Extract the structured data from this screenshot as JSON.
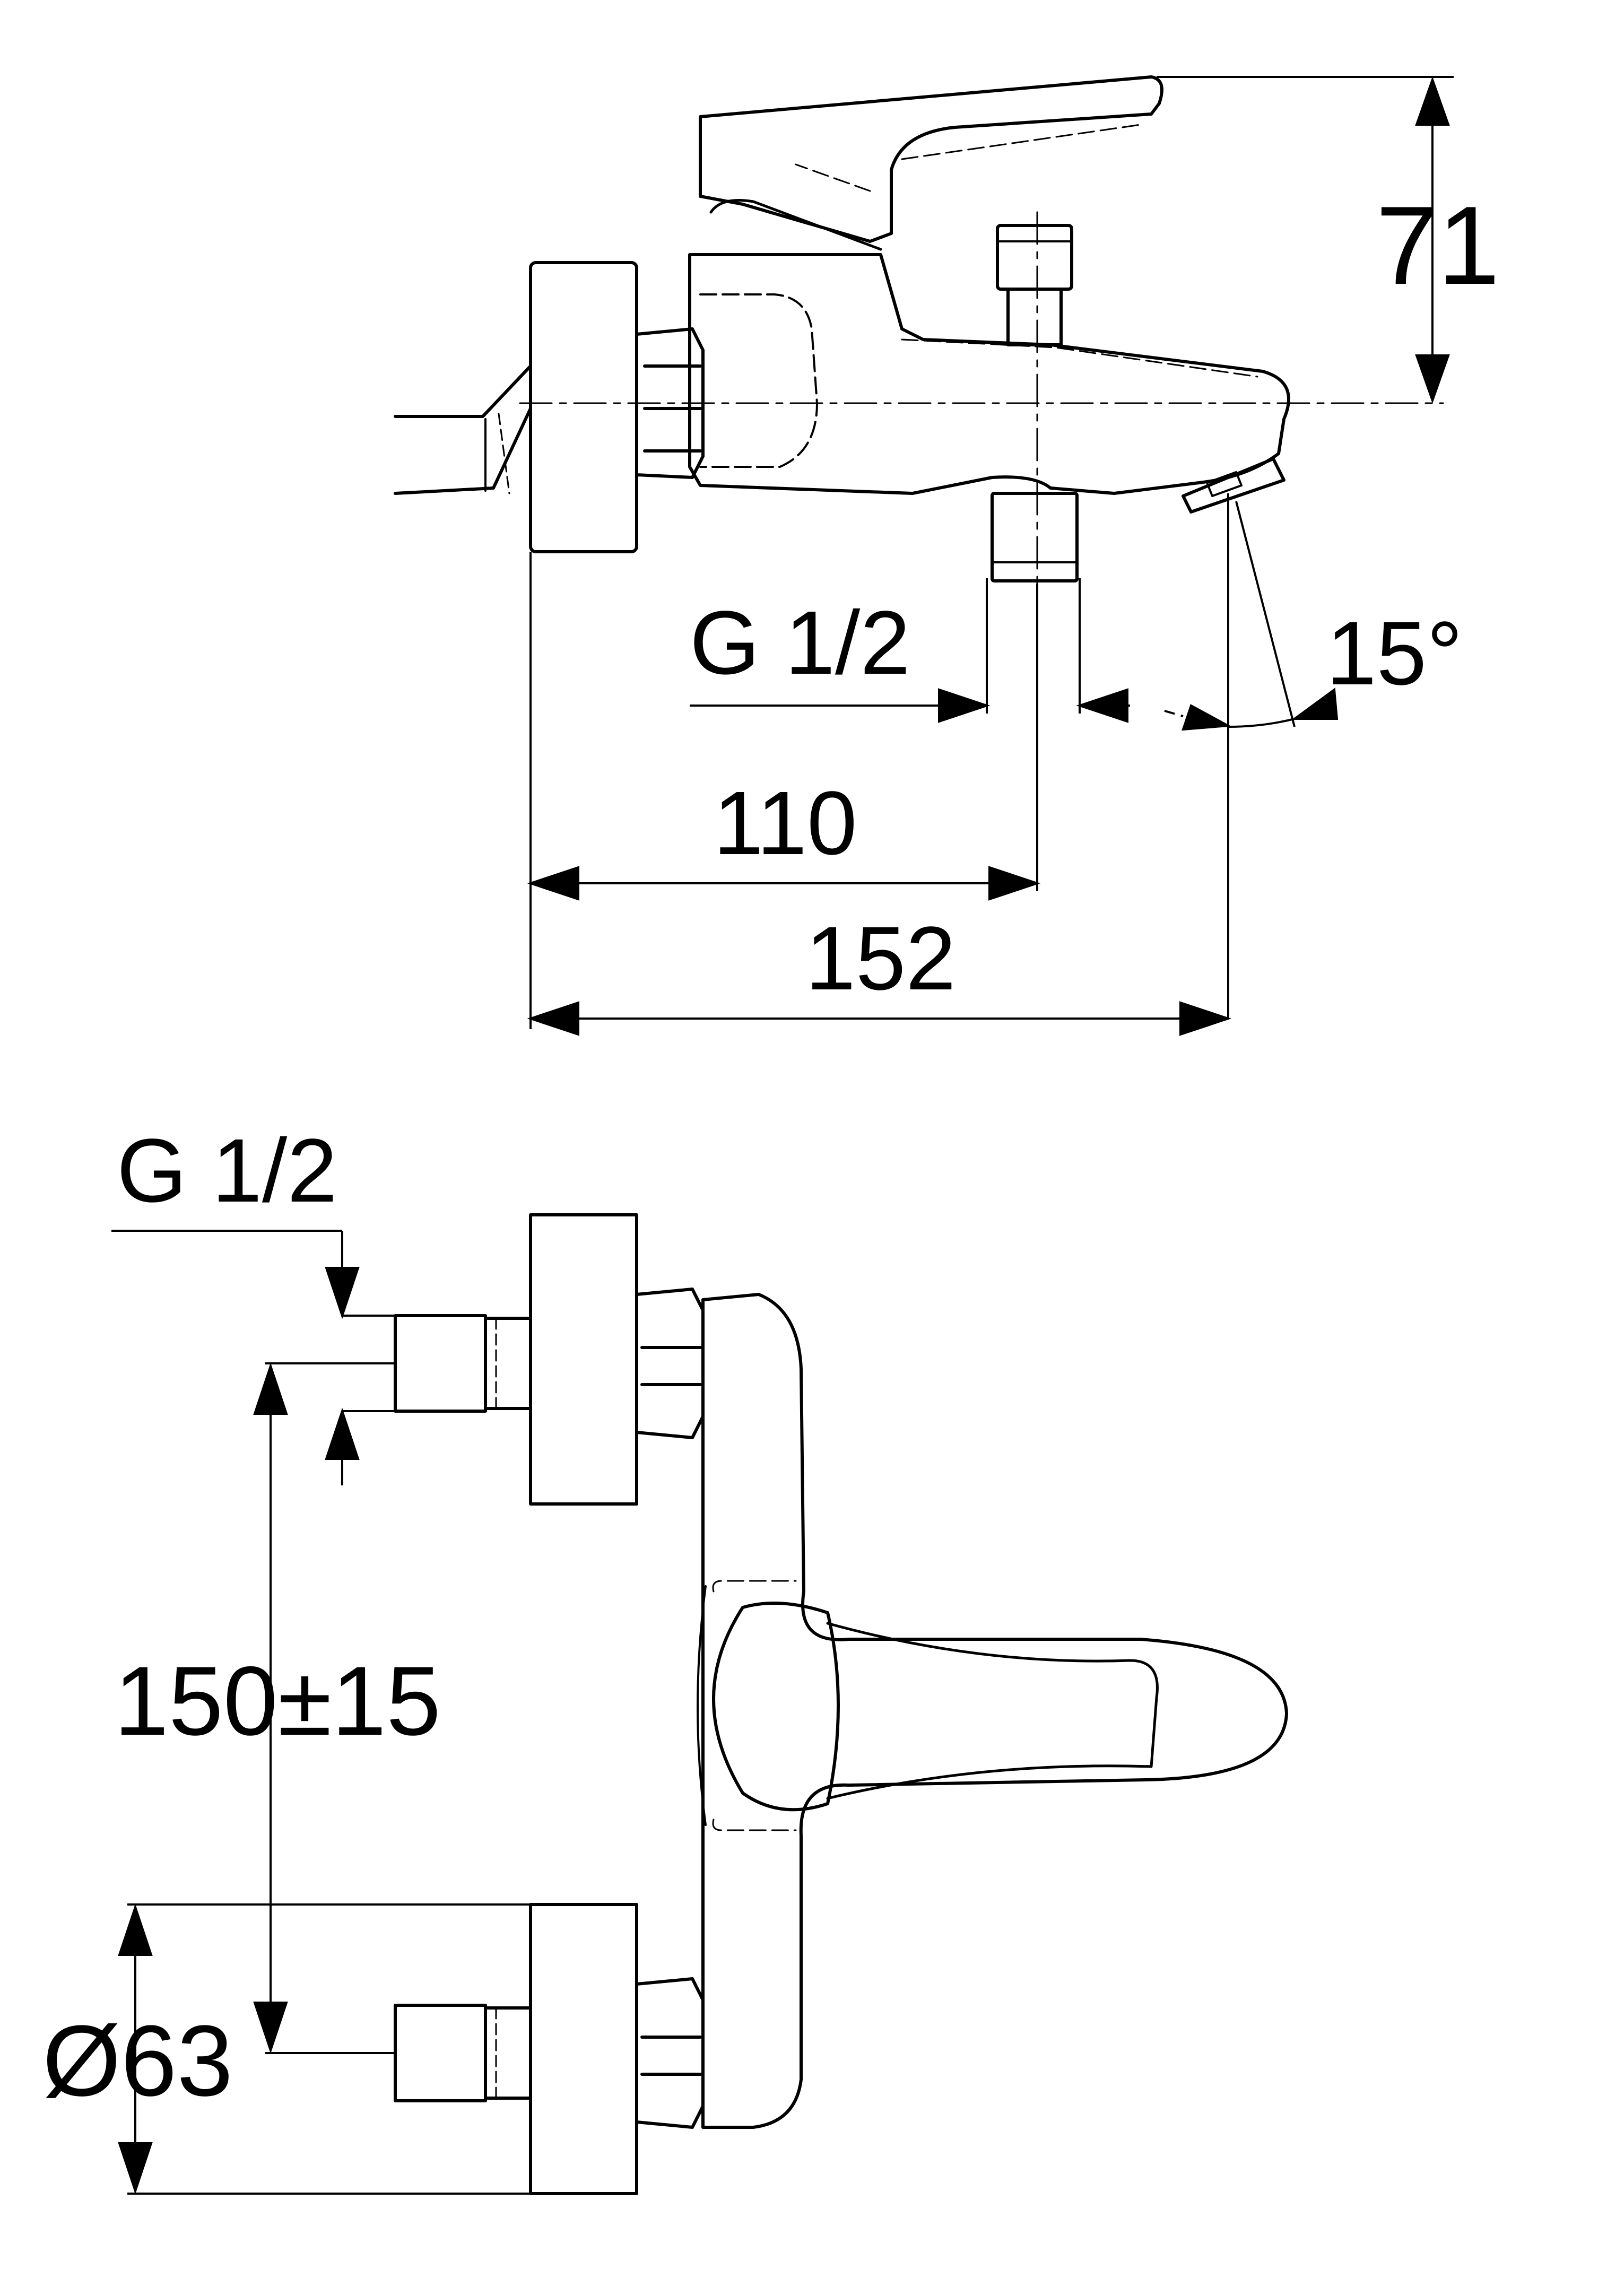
{
  "side_view": {
    "dim_height": "71",
    "dim_thread": "G 1/2",
    "dim_angle": "15°",
    "dim_center": "110",
    "dim_overall": "152"
  },
  "front_view": {
    "dim_thread": "G 1/2",
    "dim_spacing": "150±15",
    "dim_rosette": "Ø63"
  }
}
